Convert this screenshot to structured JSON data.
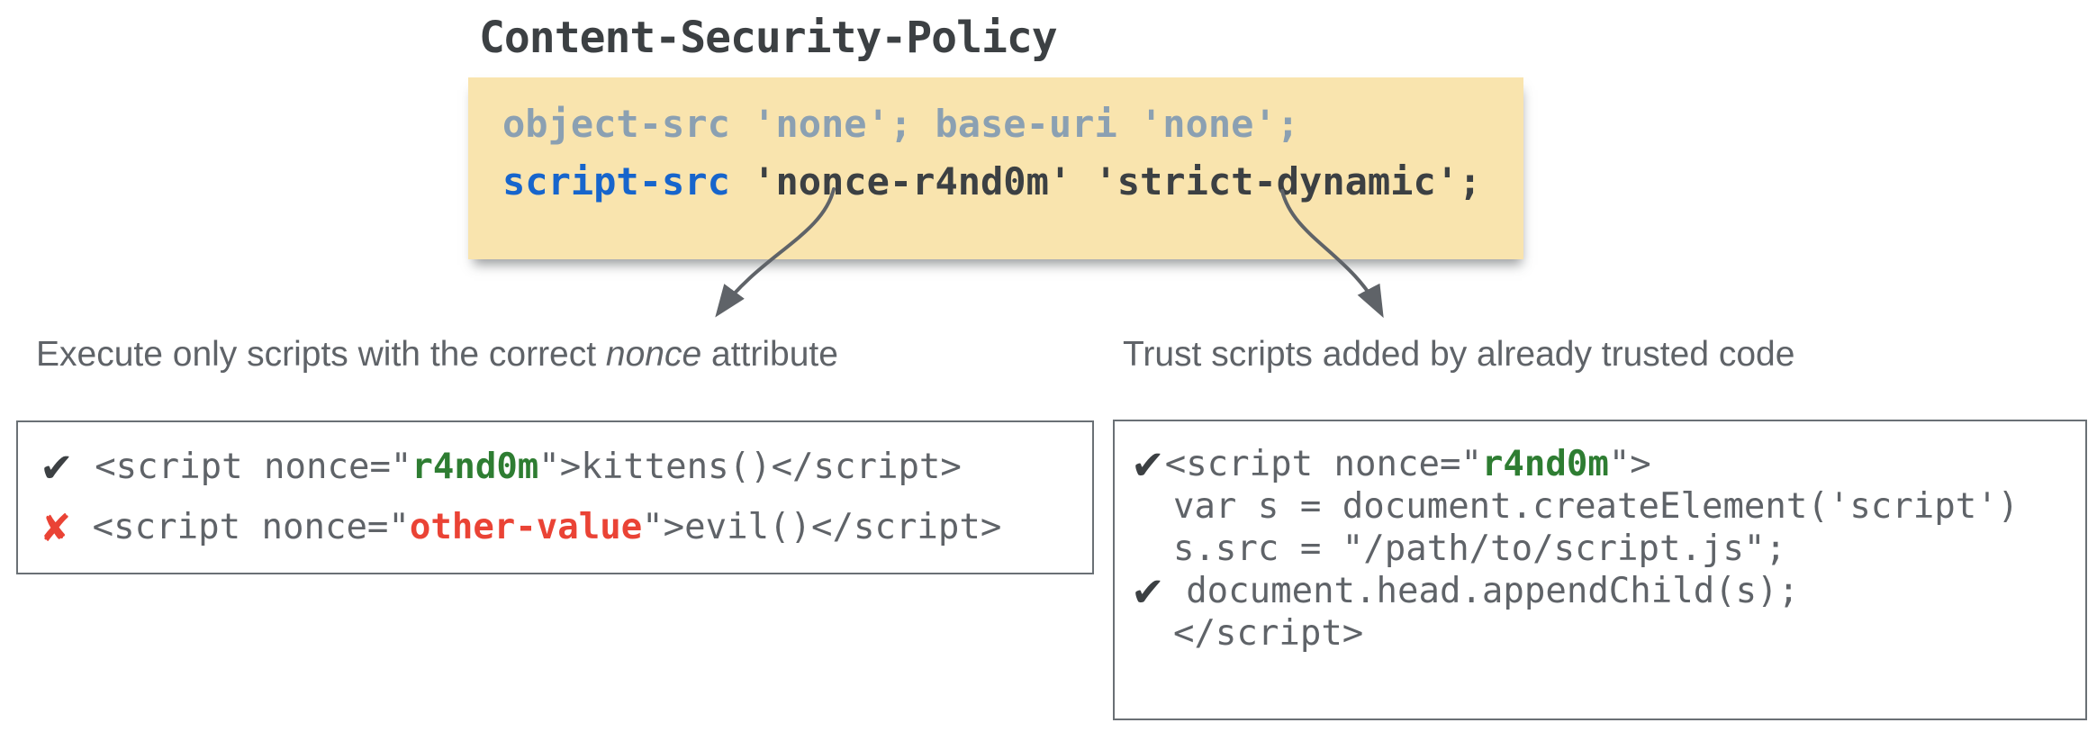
{
  "title": "Content-Security-Policy",
  "colors": {
    "highlight_bg": "#f9e4ae",
    "directive_muted": "#8ba0b2",
    "directive_accent": "#1765cc",
    "code_dark": "#3c4043",
    "code_gray": "#5f6368",
    "nonce_good": "#2e7d32",
    "nonce_bad": "#ea4335",
    "arrow": "#5f6368"
  },
  "policy_box": {
    "lines": [
      [
        {
          "t": "object-src 'none'; base-uri 'none';",
          "c": "muted"
        }
      ],
      [
        {
          "t": "script-src",
          "c": "directive"
        },
        {
          "t": " 'nonce-r4nd0m' 'strict-dynamic';",
          "c": "dark"
        }
      ]
    ]
  },
  "captions": {
    "left": [
      {
        "t": "Execute only scripts with the correct ",
        "c": "plain"
      },
      {
        "t": "nonce",
        "c": "italic"
      },
      {
        "t": " attribute",
        "c": "plain"
      }
    ],
    "right": [
      {
        "t": "Trust scripts added by already trusted code",
        "c": "plain"
      }
    ]
  },
  "examples": {
    "nonce_box": {
      "lines": [
        [
          {
            "t": "✔",
            "c": "check"
          },
          {
            "t": " <script nonce=\"",
            "c": "code"
          },
          {
            "t": "r4nd0m",
            "c": "good"
          },
          {
            "t": "\">kittens()</script>",
            "c": "code"
          }
        ],
        [
          {
            "t": "✘",
            "c": "cross"
          },
          {
            "t": " <script nonce=\"",
            "c": "code"
          },
          {
            "t": "other-value",
            "c": "bad"
          },
          {
            "t": "\">evil()</script>",
            "c": "code"
          }
        ]
      ]
    },
    "dynamic_box": {
      "lines": [
        [
          {
            "t": "✔",
            "c": "check"
          },
          {
            "t": "<script nonce=\"",
            "c": "code"
          },
          {
            "t": "r4nd0m",
            "c": "good"
          },
          {
            "t": "\">",
            "c": "code"
          }
        ],
        [
          {
            "t": "  var s = document.createElement('script')",
            "c": "code"
          }
        ],
        [
          {
            "t": "  s.src = \"/path/to/script.js\";",
            "c": "code"
          }
        ],
        [
          {
            "t": "✔",
            "c": "check"
          },
          {
            "t": " document.head.appendChild(s);",
            "c": "code"
          }
        ],
        [
          {
            "t": "  </script>",
            "c": "code"
          }
        ]
      ]
    }
  }
}
